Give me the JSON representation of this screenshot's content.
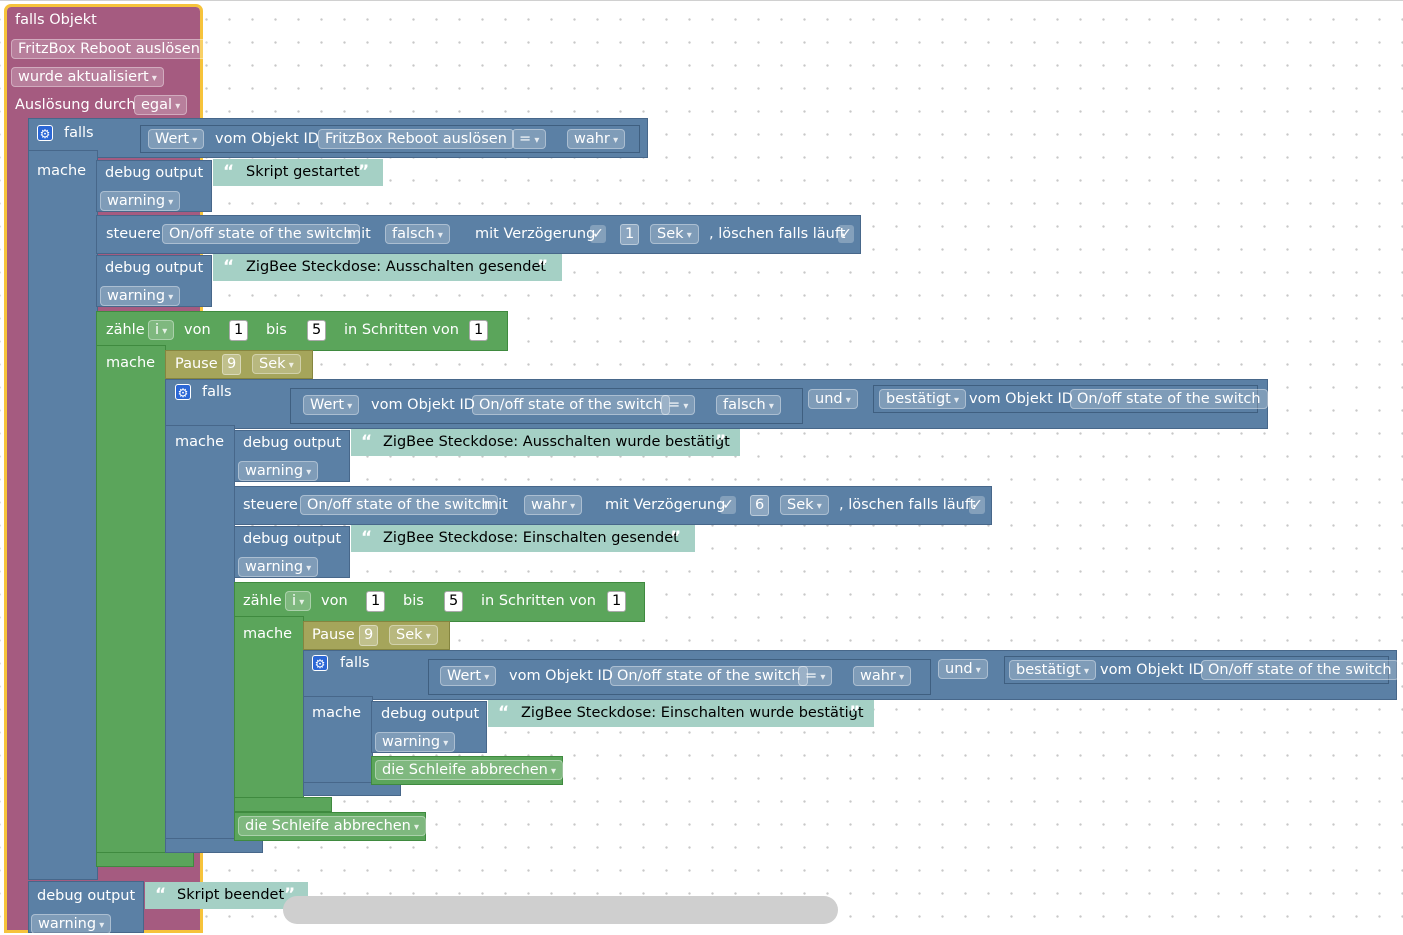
{
  "trigger": {
    "title": "falls Objekt",
    "object_id": "FritzBox Reboot auslösen",
    "event": "wurde aktualisiert",
    "cause_label": "Auslösung durch",
    "cause_value": "egal"
  },
  "labels": {
    "falls": "falls",
    "mache": "mache",
    "debug_output": "debug output",
    "warning": "warning",
    "steuere": "steuere",
    "mit": "mit",
    "mit_verzoegerung": "mit Verzögerung",
    "loeschen": ", löschen falls läuft",
    "check": "✓",
    "zaehle": "zähle",
    "von": "von",
    "bis": "bis",
    "in_schritten_von": "in Schritten von",
    "pause": "Pause",
    "sek": "Sek",
    "wert": "Wert",
    "vom_objekt_id": "vom Objekt ID",
    "eq": "=",
    "und": "und",
    "bestaetigt": "bestätigt",
    "schleife_abbrechen": "die Schleife abbrechen",
    "open_quote": "“",
    "close_quote": "”"
  },
  "values": {
    "fritzbox_id": "FritzBox Reboot auslösen",
    "switch_id": "On/off state of the switch",
    "wahr": "wahr",
    "falsch": "falsch",
    "loop_var": "i",
    "from": "1",
    "to": "5",
    "step": "1",
    "pause_val": "9",
    "delay1": "1",
    "delay2": "6"
  },
  "messages": {
    "m1": "Skript gestartet",
    "m2": "ZigBee Steckdose: Ausschalten gesendet",
    "m3": "ZigBee Steckdose: Ausschalten wurde bestätigt",
    "m4": "ZigBee Steckdose: Einschalten gesendet",
    "m5": "ZigBee Steckdose: Einschalten wurde bestätigt",
    "m6": "Skript beendet"
  },
  "colors": {
    "event": "#a55b80",
    "control": "#5b80a5",
    "loop": "#5ba55b",
    "pause": "#a5a55b",
    "text": "#a5d0c5",
    "selection": "#f6c33b"
  },
  "icons": {
    "gear": "gear-icon",
    "checkbox": "checkbox-icon"
  }
}
